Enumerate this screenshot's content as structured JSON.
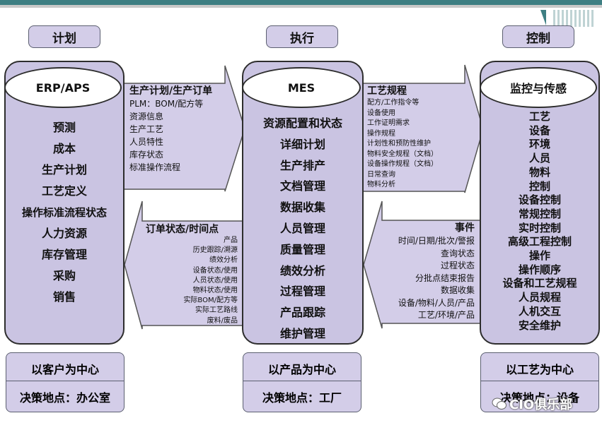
{
  "headers": {
    "plan": "计划",
    "execute": "执行",
    "control": "控制"
  },
  "columns": {
    "left": {
      "title": "ERP/APS",
      "items": [
        "预测",
        "成本",
        "生产计划",
        "工艺定义",
        "操作标准流程状态",
        "人力资源",
        "库存管理",
        "采购",
        "销售"
      ]
    },
    "middle": {
      "title": "MES",
      "items": [
        "资源配置和状态",
        "详细计划",
        "生产排产",
        "文档管理",
        "数据收集",
        "人员管理",
        "质量管理",
        "绩效分析",
        "过程管理",
        "产品跟踪",
        "维护管理"
      ]
    },
    "right": {
      "title": "监控与传感",
      "items": [
        "工艺",
        "设备",
        "环境",
        "人员",
        "物料",
        "控制",
        "设备控制",
        "常规控制",
        "实时控制",
        "高级工程控制",
        "操作",
        "操作顺序",
        "设备和工艺规程",
        "人员规程",
        "人机交互",
        "安全维护"
      ]
    }
  },
  "arrows": {
    "left_right": {
      "title": "生产计划/生产订单",
      "items": [
        "PLM：BOM/配方等",
        "资源信息",
        "生产工艺",
        "人员特性",
        "库存状态",
        "标准操作流程"
      ]
    },
    "left_left": {
      "title": "订单状态/时间点",
      "items": [
        "产品",
        "历史跟踪/溯源",
        "绩效分析",
        "设备状态/使用",
        "人员状态/使用",
        "物料状态/使用",
        "实际BOM/配方等",
        "实际工艺路线",
        "废料/废品"
      ]
    },
    "right_right": {
      "title": "工艺规程",
      "items": [
        "配方/工作指令等",
        "设备使用",
        "工作证明需求",
        "操作规程",
        "计划性和预防性维护",
        "物料安全规程（文档）",
        "设备操作规程（文档）",
        "日常查询",
        "物料分析"
      ]
    },
    "right_left": {
      "title": "事件",
      "items": [
        "时间/日期/批次/警报",
        "查询状态",
        "过程状态",
        "分批点结束报告",
        "数据收集",
        "设备/物料/人员/产品",
        "工艺/环境/产品"
      ]
    }
  },
  "bottom": {
    "left": {
      "line1": "以客户为中心",
      "line2": "决策地点：办公室"
    },
    "middle": {
      "line1": "以产品为中心",
      "line2": "决策地点：工厂"
    },
    "right": {
      "line1": "以工艺为中心",
      "line2": "决策地点：设备"
    }
  },
  "watermark": "CIO俱乐部",
  "colors": {
    "column_fill": "#cac4e2",
    "box_fill": "#d3cde8",
    "arrow_fill": "#d3cde8",
    "accent_teal": "#3e7f83"
  }
}
